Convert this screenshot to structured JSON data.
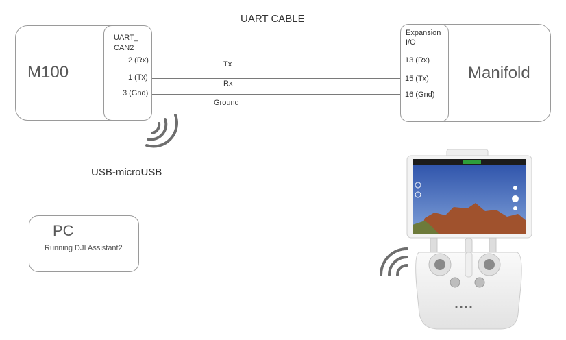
{
  "title": "UART CABLE",
  "m100": {
    "label": "M100",
    "port_title_line1": "UART_",
    "port_title_line2": "CAN2",
    "pins": [
      "2 (Rx)",
      "1 (Tx)",
      "3 (Gnd)"
    ]
  },
  "manifold": {
    "label": "Manifold",
    "port_title_line1": "Expansion",
    "port_title_line2": "I/O",
    "pins": [
      "13 (Rx)",
      "15 (Tx)",
      "16 (Gnd)"
    ]
  },
  "wires": [
    "Tx",
    "Rx",
    "Ground"
  ],
  "usb_link_label": "USB-microUSB",
  "pc": {
    "label": "PC",
    "sublabel": "Running DJI Assistant2"
  },
  "icons": {
    "m100_wireless": "wireless-signal-icon",
    "controller_wireless": "wireless-signal-icon",
    "remote_controller": "remote-controller-icon"
  },
  "colors": {
    "box_border": "#9a9a9a",
    "wire": "#7a7a7a",
    "signal": "#6e6e6e",
    "controller_body": "#f2f2f2",
    "tablet_screen_sky": "#3b5fb8",
    "tablet_screen_rock": "#a0522d"
  }
}
